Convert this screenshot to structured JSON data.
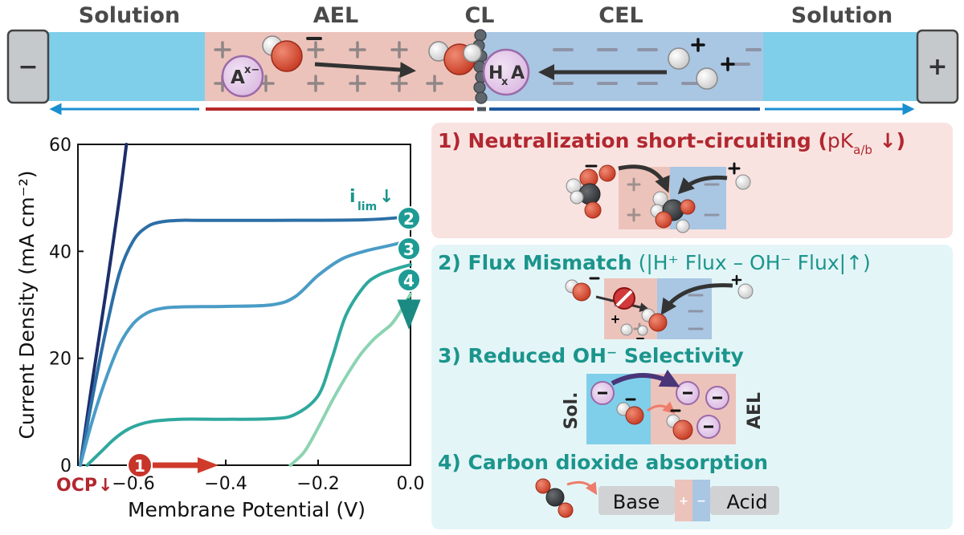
{
  "header": {
    "zones": [
      "Solution",
      "AEL",
      "CL",
      "CEL",
      "Solution"
    ],
    "electrode_left": "−",
    "electrode_right": "+",
    "anion": "A",
    "anion_charge": "x−",
    "acid_h": "H",
    "acid_x": "x",
    "acid_a": "A"
  },
  "chart_data": {
    "type": "line",
    "xlabel": "Membrane Potential (V)",
    "ylabel": "Current Density (mA cm⁻²)",
    "xlim": [
      -0.72,
      0.0
    ],
    "ylim": [
      0,
      60
    ],
    "xticks": [
      -0.6,
      -0.4,
      -0.2,
      0.0
    ],
    "xtick_labels": [
      "−0.6",
      "−0.4",
      "−0.2",
      "0.0"
    ],
    "yticks": [
      0,
      20,
      40,
      60
    ],
    "ytick_labels": [
      "0",
      "20",
      "40",
      "60"
    ],
    "series": [
      {
        "color": "#1c2f6b",
        "x": [
          -0.715,
          -0.69,
          -0.66,
          -0.63,
          -0.615
        ],
        "y": [
          0,
          15,
          32,
          50,
          61
        ]
      },
      {
        "color": "#2c6fa6",
        "x": [
          -0.715,
          -0.69,
          -0.66,
          -0.63,
          -0.6,
          -0.57,
          -0.54,
          -0.5,
          -0.45,
          -0.3,
          -0.1,
          0.0
        ],
        "y": [
          0,
          12,
          25,
          36,
          42,
          44.6,
          45.5,
          45.8,
          45.8,
          45.8,
          45.9,
          46.5
        ]
      },
      {
        "color": "#4a9cc6",
        "x": [
          -0.715,
          -0.69,
          -0.66,
          -0.63,
          -0.6,
          -0.57,
          -0.54,
          -0.5,
          -0.4,
          -0.3,
          -0.25,
          -0.2,
          -0.15,
          -0.1,
          -0.05,
          0.0
        ],
        "y": [
          0,
          8,
          16,
          22.5,
          26.5,
          28.5,
          29.3,
          29.6,
          29.7,
          30,
          31.5,
          35.5,
          38.5,
          40,
          41,
          42
        ]
      },
      {
        "color": "#2fa89e",
        "x": [
          -0.7,
          -0.67,
          -0.64,
          -0.61,
          -0.58,
          -0.55,
          -0.5,
          -0.4,
          -0.3,
          -0.25,
          -0.2,
          -0.17,
          -0.14,
          -0.1,
          -0.07,
          -0.04,
          0.0
        ],
        "y": [
          0,
          2.5,
          5,
          6.8,
          7.8,
          8.3,
          8.6,
          8.6,
          8.7,
          9.5,
          13,
          20,
          28,
          33.5,
          35.5,
          36.5,
          37.5
        ]
      },
      {
        "color": "#8cd4b2",
        "x": [
          -0.26,
          -0.23,
          -0.2,
          -0.17,
          -0.14,
          -0.11,
          -0.08,
          -0.06,
          -0.04,
          -0.02,
          0.0
        ],
        "y": [
          0,
          2.5,
          7,
          12,
          16.5,
          20.5,
          23.5,
          25,
          26.5,
          29,
          32
        ]
      }
    ],
    "markers": [
      "1",
      "2",
      "3",
      "4"
    ],
    "ilim_i": "i",
    "ilim_sub": "lim",
    "ilim_arrow": "↓",
    "ocp_label": "OCP",
    "ocp_arrow": "↓"
  },
  "panels": {
    "p1": {
      "title": "1) Neutralization short-circuiting (",
      "pk": "pK",
      "pk_sub": "a/b",
      "tail": " ↓)"
    },
    "p2": {
      "title": "2) Flux Mismatch",
      "tail": " (|H⁺ Flux – OH⁻ Flux|↑)"
    },
    "p3": {
      "title": "3) Reduced OH⁻ Selectivity",
      "sol": "Sol.",
      "ael": "AEL"
    },
    "p4": {
      "title": "4) Carbon dioxide absorption",
      "base": "Base",
      "acid": "Acid",
      "plus": "+",
      "minus": "−"
    }
  },
  "colors": {
    "solution": "#7fcfea",
    "ael": "#ecc3bb",
    "cel": "#a9c6e3",
    "red_title": "#b22730",
    "teal_title": "#1b958c",
    "panel1_bg": "#f8e3e0",
    "panel2_bg": "#e4f5f7"
  }
}
